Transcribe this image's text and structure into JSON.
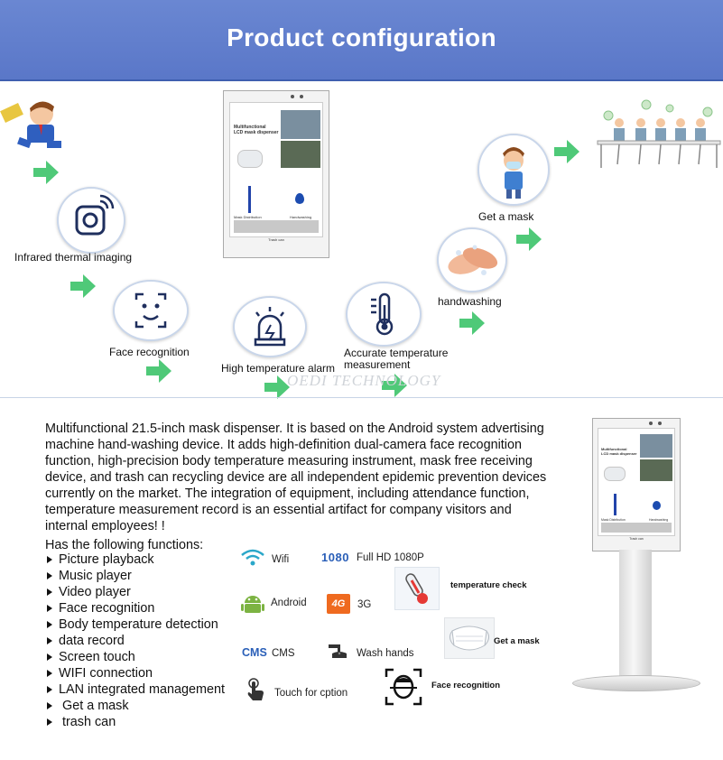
{
  "header": {
    "title": "Product configuration"
  },
  "flow": {
    "step_infrared": "Infrared thermal imaging",
    "step_face": "Face recognition",
    "step_alarm": "High temperature alarm",
    "step_accurate": "Accurate temperature measurement",
    "step_handwash": "handwashing",
    "step_mask": "Get a mask"
  },
  "kiosk_screen": {
    "title_line1": "Multifunctional",
    "title_line2": "LCD mask dispenser",
    "label_left": "Mask Distribution",
    "label_right": "Handwashing",
    "label_bottom": "Trash can"
  },
  "watermark": "OEDI TECHNOLOGY",
  "description": {
    "paragraph": "Multifunctional 21.5-inch mask dispenser. It is based on the Android system advertising machine hand-washing device. It adds high-definition dual-camera face recognition function, high-precision body temperature measuring instrument, mask free receiving device, and trash can recycling device are all independent epidemic prevention devices currently on the market. The integration of equipment, including attendance function, temperature measurement record is an essential artifact for company visitors and internal employees! !",
    "functions_heading": "Has the following functions:",
    "functions": [
      "Picture playback",
      "Music player",
      "Video player",
      "Face recognition",
      "Body temperature detection",
      "data record",
      "Screen touch",
      "WIFI connection",
      "LAN integrated management",
      " Get a mask",
      " trash can"
    ]
  },
  "features": {
    "wifi": "Wifi",
    "fullhd_badge": "1080",
    "fullhd": "Full HD 1080P",
    "android": "Android",
    "g4_badge": "4G",
    "g3": "3G",
    "cms_badge": "CMS",
    "cms": "CMS",
    "wash": "Wash hands",
    "touch": "Touch for cption",
    "temp_check": "temperature check",
    "get_mask": "Get a mask",
    "face_recog": "Face recognition"
  },
  "colors": {
    "header_bg": "#5a77c8",
    "arrow_green": "#4fc978",
    "icon_blue": "#1f2f5e",
    "badge_blue": "#2a5fb8",
    "badge_orange": "#ef6a1f",
    "android_green": "#7cb342"
  }
}
